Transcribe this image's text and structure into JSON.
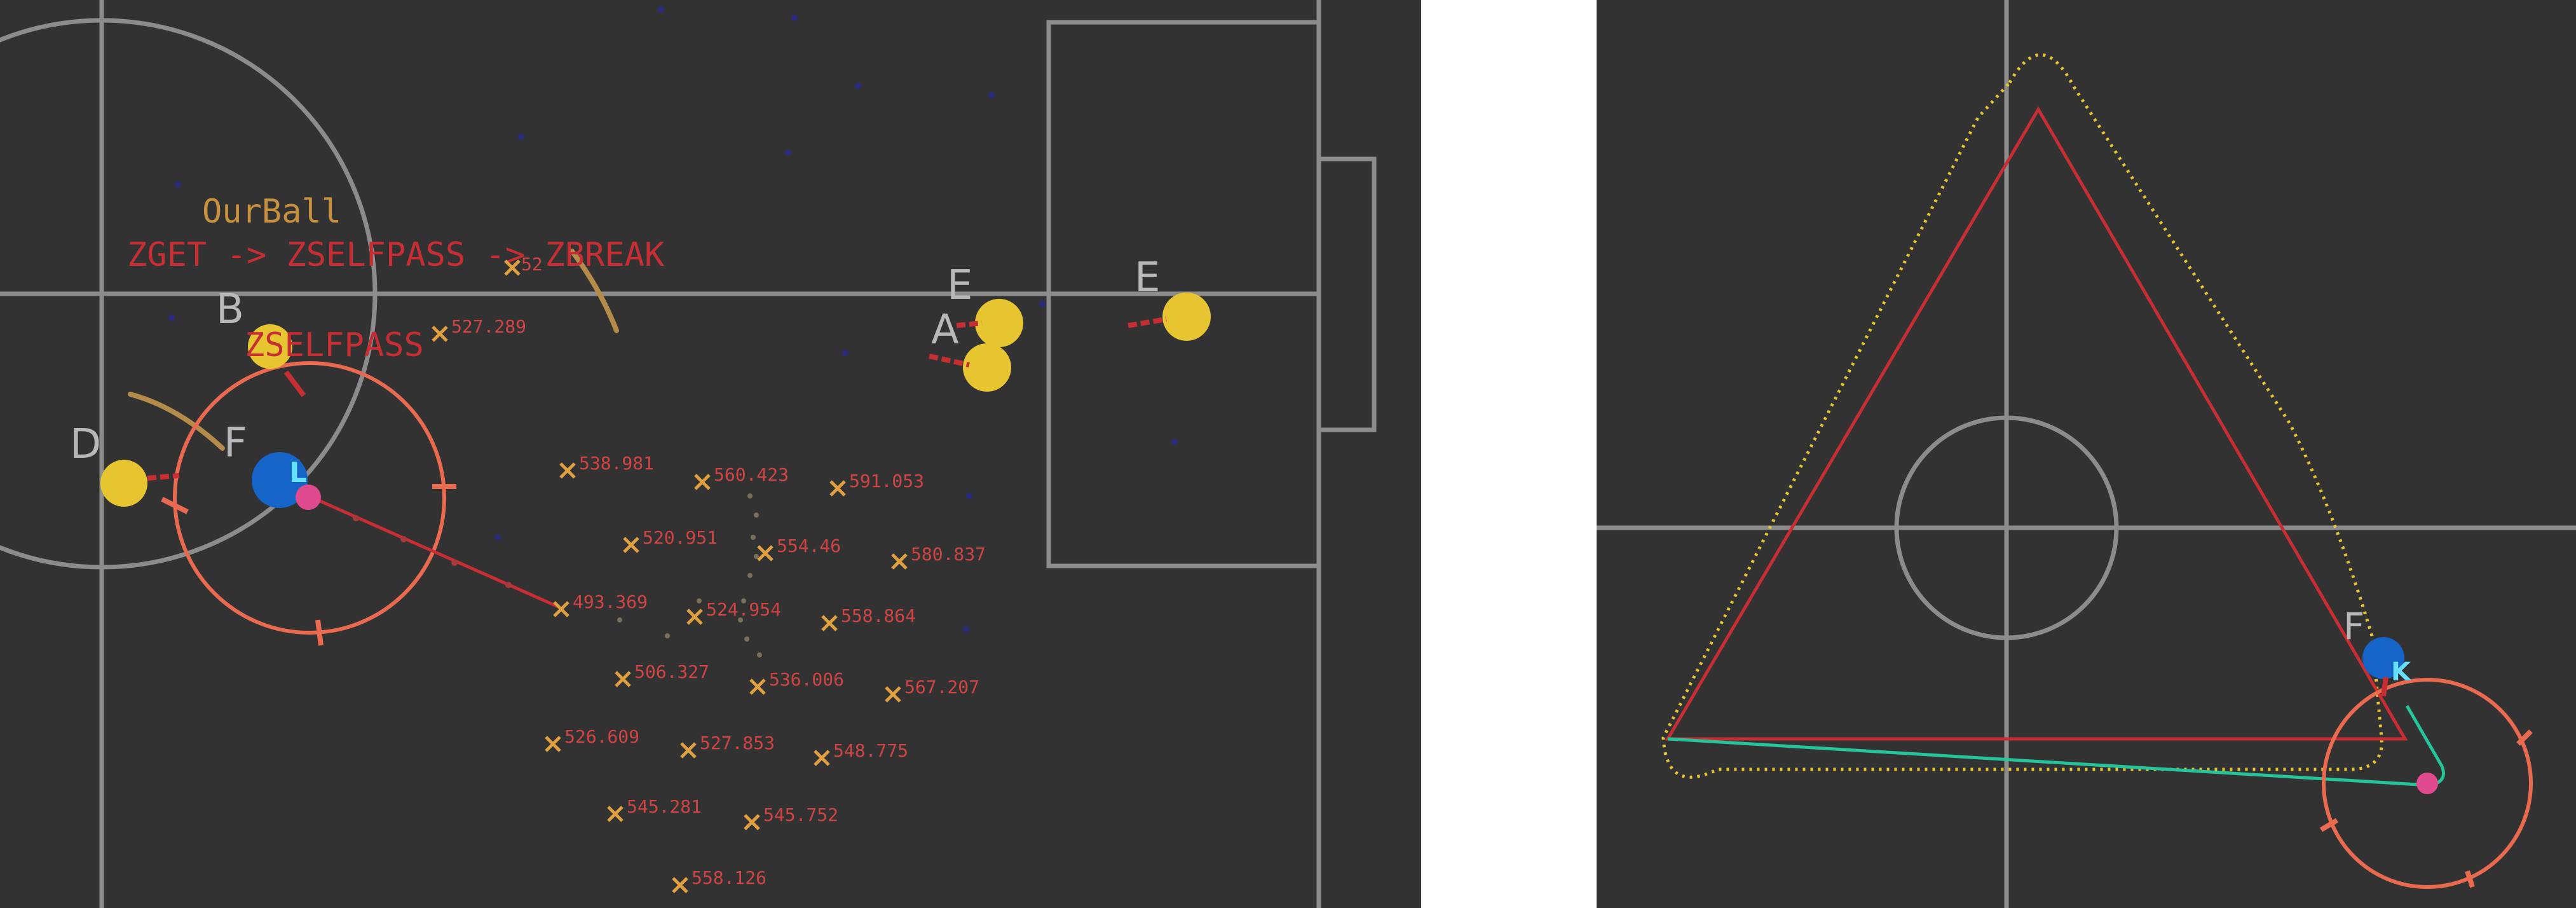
{
  "colors": {
    "field_bg": "#323232",
    "field_lines": "#8c8c8c",
    "page_bg": "#ffffff",
    "accent_red": "#c62e34",
    "status_orange": "#c8903e",
    "pass_orange": "#ea6a4f",
    "player_yellow": "#e6c531",
    "player_blue": "#1565c8",
    "ball_pink": "#e04a8e",
    "cyan_label": "#66e0ff",
    "green_path": "#25c49a",
    "mark_x": "#e0a040",
    "value_red": "#d04444",
    "blue_dot": "#2a2a80"
  },
  "left": {
    "status_label": "OurBall",
    "state_transition": "ZGET -> ZSELFPASS -> ZBREAK",
    "action_label": "ZSELFPASS",
    "player_labels": {
      "B": "B",
      "D": "D",
      "F_own": "F",
      "L": "L",
      "E1": "E",
      "A": "A",
      "E2": "E"
    },
    "truncated_value": "52",
    "evaluation_values": [
      "527.289",
      "538.981",
      "560.423",
      "591.053",
      "520.951",
      "554.46",
      "580.837",
      "493.369",
      "524.954",
      "558.864",
      "506.327",
      "536.006",
      "567.207",
      "526.609",
      "527.853",
      "548.775",
      "545.281",
      "545.752",
      "558.126"
    ]
  },
  "right": {
    "player_labels": {
      "F": "F",
      "K": "K"
    }
  }
}
